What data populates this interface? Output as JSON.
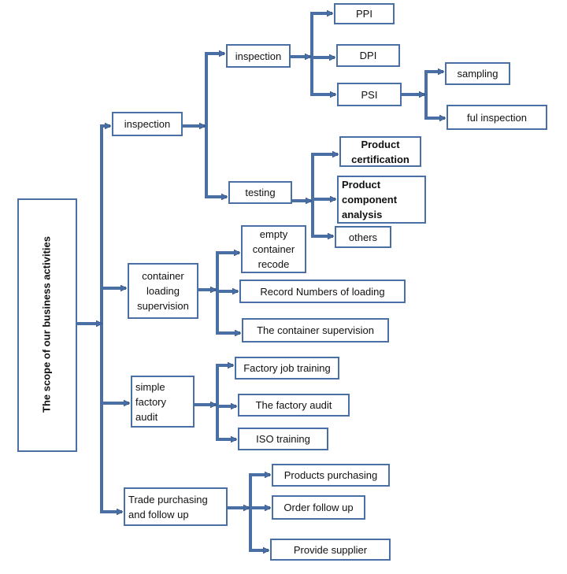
{
  "root": {
    "label": "The scope of our business activities"
  },
  "nodes": {
    "inspection_main": "inspection",
    "inspection_sub": "inspection",
    "ppi": "PPI",
    "dpi": "DPI",
    "psi": "PSI",
    "sampling": "sampling",
    "full_inspection": "ful inspection",
    "testing": "testing",
    "product_certification": [
      "Product",
      "certification"
    ],
    "product_component_analysis": [
      "Product",
      "component",
      "analysis"
    ],
    "others": "others",
    "container_loading": [
      "container",
      "loading",
      "supervision"
    ],
    "empty_container": [
      "empty",
      "container",
      "recode"
    ],
    "record_numbers": "Record Numbers of loading",
    "container_supervision": "The container supervision",
    "factory_audit_group": [
      "simple",
      "factory",
      "audit"
    ],
    "factory_job_training": "Factory job training",
    "factory_audit": "The factory audit",
    "iso_training": "ISO  training",
    "trade_purchasing": [
      "Trade purchasing",
      "and follow up"
    ],
    "products_purchasing": "Products purchasing",
    "order_follow_up": "Order follow up",
    "provide_supplier": "Provide supplier"
  },
  "colors": {
    "line": "#4a6fa5",
    "line_edge": "#2f4f7f",
    "box_border": "#4a6fa5"
  }
}
